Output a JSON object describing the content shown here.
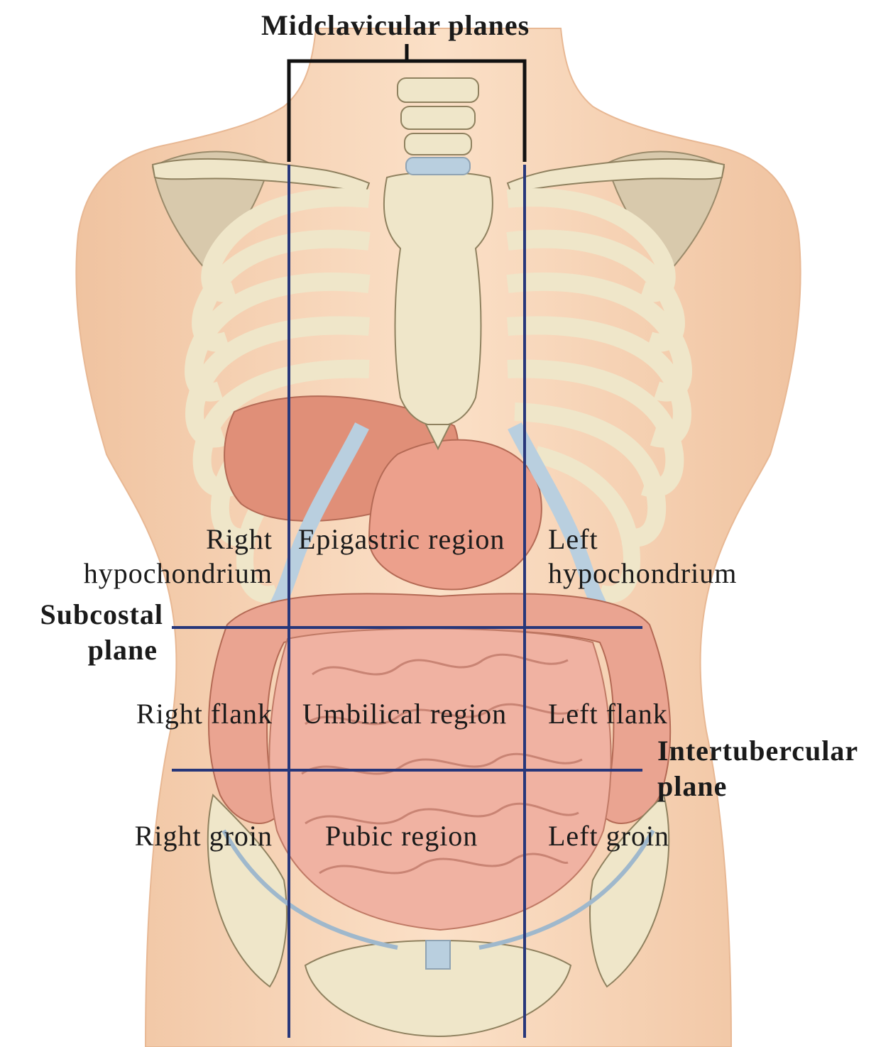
{
  "title": "Midclavicular planes",
  "planes": {
    "subcostal": [
      "Subcostal",
      "plane"
    ],
    "intertubercular": [
      "Intertubercular",
      "plane"
    ]
  },
  "regions": {
    "right_hypochondrium": [
      "Right",
      "hypochondrium"
    ],
    "epigastric": "Epigastric region",
    "left_hypochondrium": [
      "Left",
      "hypochondrium"
    ],
    "right_flank": "Right flank",
    "umbilical": "Umbilical region",
    "left_flank": "Left flank",
    "right_groin": "Right groin",
    "pubic": "Pubic region",
    "left_groin": "Left groin"
  },
  "colors": {
    "plane_line": "#27377a",
    "bracket": "#111111",
    "skin": "#f6d3b4",
    "bone": "#efe6c9",
    "cartilage": "#b9cfdf",
    "organ": "#e59a84",
    "intestine": "#f0b2a2"
  }
}
